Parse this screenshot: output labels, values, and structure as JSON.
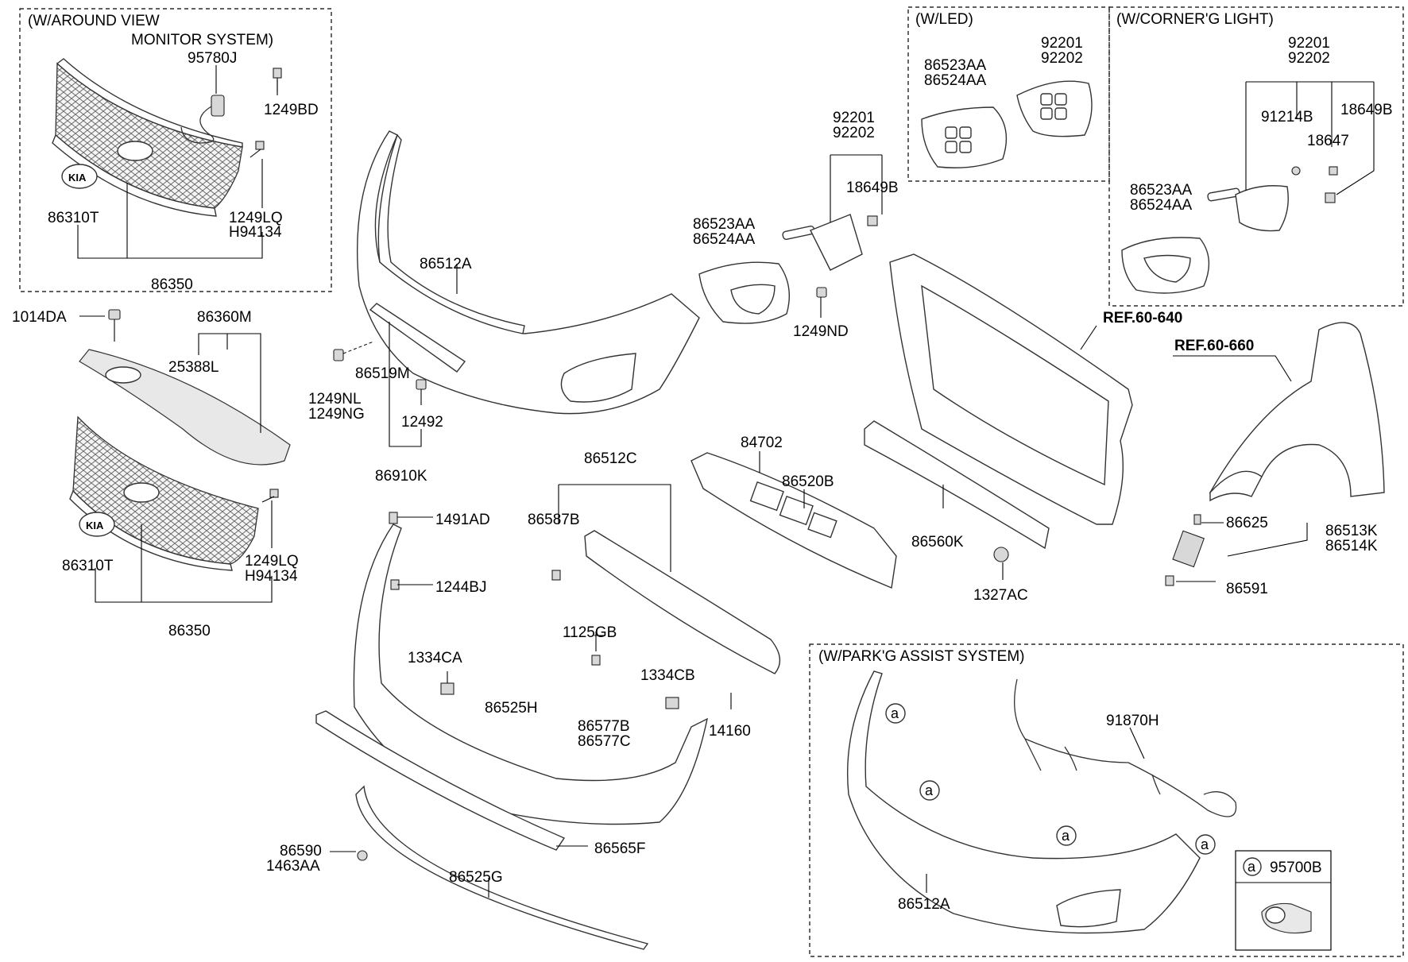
{
  "sections": {
    "around_view": {
      "title_line1": "(W/AROUND VIEW",
      "title_line2": "MONITOR SYSTEM)"
    },
    "led": {
      "title": "(W/LED)"
    },
    "corner_light": {
      "title": "(W/CORNER'G LIGHT)"
    },
    "park_assist": {
      "title": "(W/PARK'G ASSIST SYSTEM)"
    }
  },
  "refs": {
    "frame": "REF.60-640",
    "fender": "REF.60-660"
  },
  "circle_letter": "a",
  "labels": {
    "av_95780J": "95780J",
    "av_1249BD": "1249BD",
    "av_86310T": "86310T",
    "av_1249LQ": "1249LQ",
    "av_H94134": "H94134",
    "av_86350": "86350",
    "p_1014DA": "1014DA",
    "p_86360M": "86360M",
    "p_25388L": "25388L",
    "p_86310T": "86310T",
    "p_1249LQ": "1249LQ",
    "p_H94134": "H94134",
    "p_86350": "86350",
    "p_86512A": "86512A",
    "p_86519M": "86519M",
    "p_1249NL": "1249NL",
    "p_1249NG": "1249NG",
    "p_12492": "12492",
    "p_86910K": "86910K",
    "p_92201": "92201",
    "p_92202": "92202",
    "p_18649B": "18649B",
    "p_86523AA": "86523AA",
    "p_86524AA": "86524AA",
    "p_1249ND": "1249ND",
    "led_86523AA": "86523AA",
    "led_86524AA": "86524AA",
    "led_92201": "92201",
    "led_92202": "92202",
    "cl_92201": "92201",
    "cl_92202": "92202",
    "cl_91214B": "91214B",
    "cl_18649B": "18649B",
    "cl_18647": "18647",
    "cl_86523AA": "86523AA",
    "cl_86524AA": "86524AA",
    "p_84702": "84702",
    "p_86520B": "86520B",
    "p_86560K": "86560K",
    "p_1327AC": "1327AC",
    "p_86625": "86625",
    "p_86513K": "86513K",
    "p_86514K": "86514K",
    "p_86591": "86591",
    "p_86512C": "86512C",
    "p_86587B": "86587B",
    "p_1491AD": "1491AD",
    "p_1244BJ": "1244BJ",
    "p_1125GB": "1125GB",
    "p_1334CA": "1334CA",
    "p_1334CB": "1334CB",
    "p_86525H": "86525H",
    "p_86577B": "86577B",
    "p_86577C": "86577C",
    "p_14160": "14160",
    "p_86565F": "86565F",
    "p_86590": "86590",
    "p_1463AA": "1463AA",
    "p_86525G": "86525G",
    "pa_91870H": "91870H",
    "pa_86512A": "86512A",
    "pa_95700B": "95700B"
  }
}
